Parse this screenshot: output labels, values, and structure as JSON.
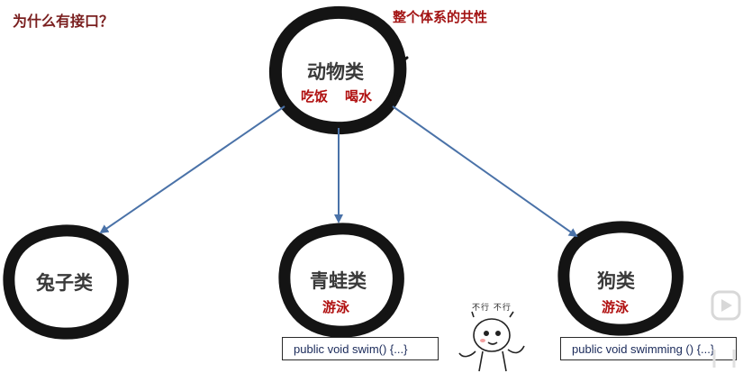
{
  "title": "为什么有接口？",
  "note": "整个体系的共性",
  "parent": {
    "name": "动物类",
    "traits": [
      "吃饭",
      "喝水"
    ]
  },
  "children": [
    {
      "name": "兔子类",
      "trait": ""
    },
    {
      "name": "青蛙类",
      "trait": "游泳"
    },
    {
      "name": "狗类",
      "trait": "游泳"
    }
  ],
  "code": [
    "public void swim() {...}",
    "public void swimming () {...}"
  ],
  "sticker_caption": "不行 不行",
  "colors": {
    "title": "#7a1f1f",
    "trait": "#b01010",
    "arrow": "#4a72a8",
    "ink": "#141414"
  }
}
